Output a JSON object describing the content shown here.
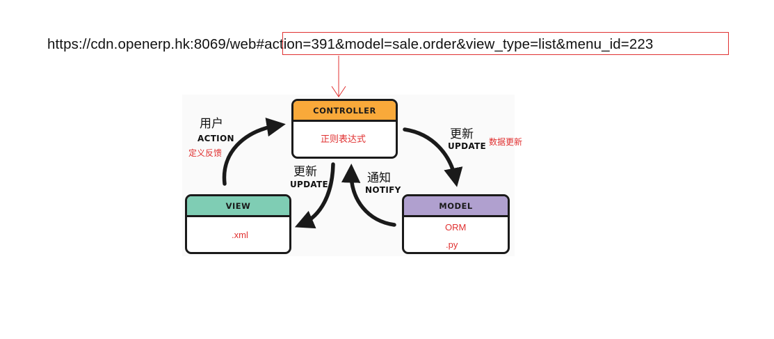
{
  "url": {
    "prefix": "https://cdn.openerp.hk:8069/web",
    "highlighted": "#action=391&model=sale.order&view_type=list&menu_id=223"
  },
  "controller": {
    "title": "CONTROLLER",
    "content": "正则表达式",
    "color": "#f9a93a"
  },
  "view": {
    "title": "VIEW",
    "content": ".xml",
    "color": "#7fcdb4"
  },
  "model": {
    "title": "MODEL",
    "content": ".ORM",
    "content_lines": [
      "ORM",
      ".py"
    ],
    "color": "#b0a0cf"
  },
  "arrows": {
    "user_action": {
      "cn": "用户",
      "en": "ACTION",
      "note": "定义反馈"
    },
    "controller_to_model": {
      "cn": "更新",
      "en": "UPDATE",
      "note": "数据更新"
    },
    "controller_to_view": {
      "cn": "更新",
      "en": "UPDATE"
    },
    "model_to_controller": {
      "cn": "通知",
      "en": "NOTIFY"
    }
  },
  "colors": {
    "accent_red": "#e03030",
    "ink": "#1a1a1a"
  }
}
